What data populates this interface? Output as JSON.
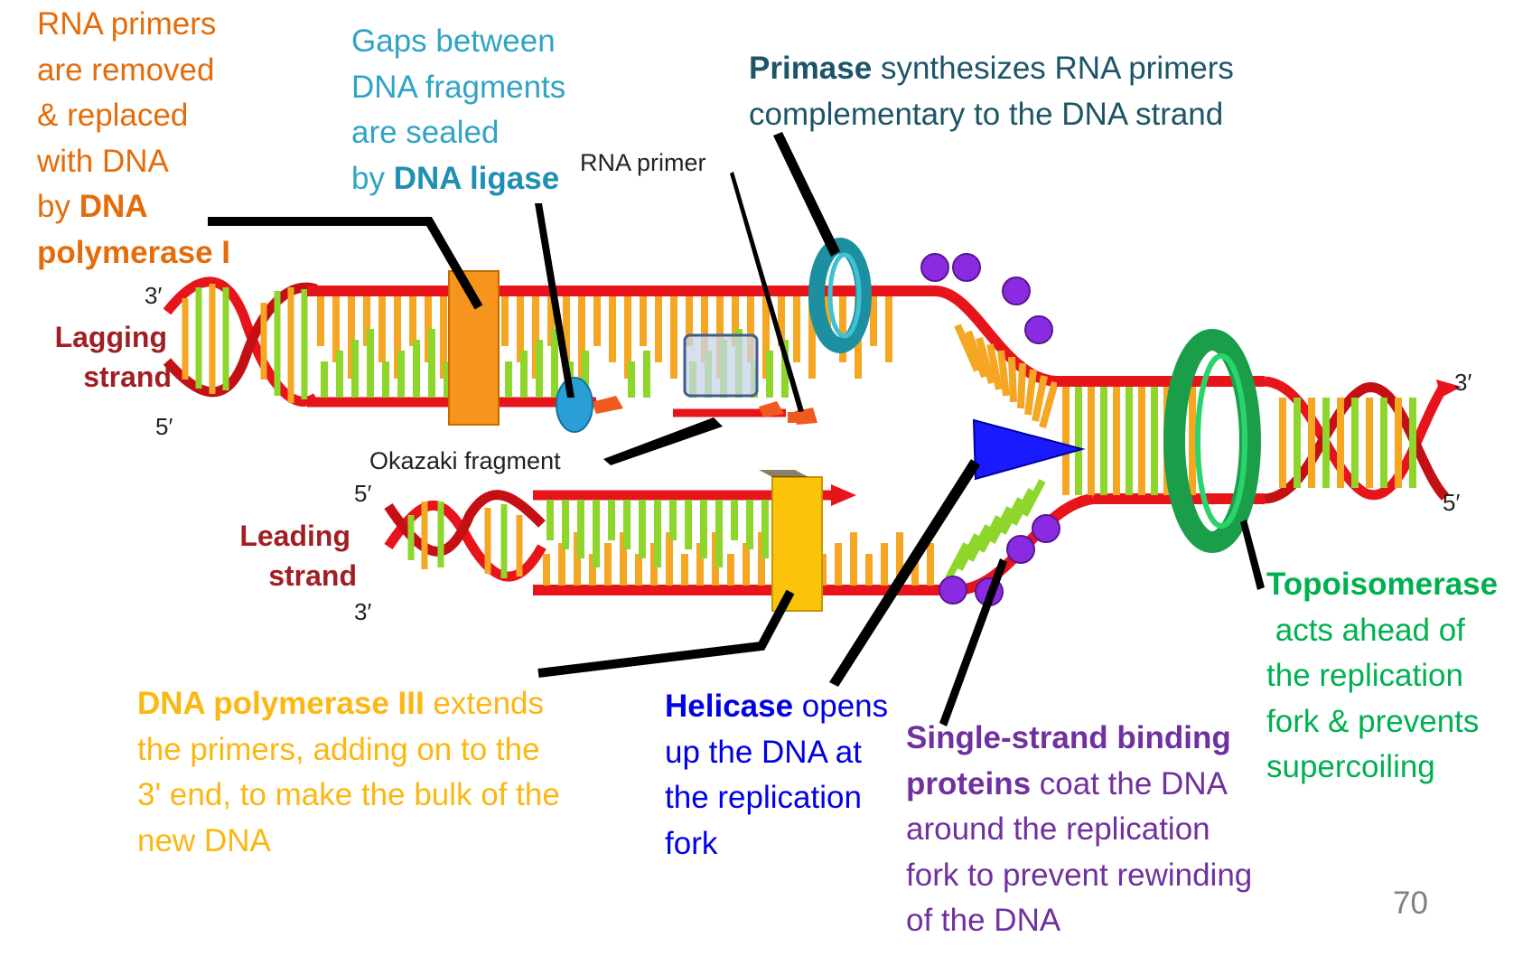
{
  "captions": {
    "polymerase1": {
      "line1": "RNA primers",
      "line2": "are removed",
      "line3": "& replaced",
      "line4": "with DNA",
      "line5_prefix": "by ",
      "line5_bold": "DNA",
      "line6_bold": "polymerase I"
    },
    "ligase": {
      "line1": "Gaps between",
      "line2": "DNA fragments",
      "line3": "are sealed",
      "line4_prefix": "by ",
      "line4_bold": "DNA ligase"
    },
    "primase": {
      "bold": "Primase",
      "rest1": " synthesizes RNA primers",
      "line2": "complementary to the DNA strand"
    },
    "polymerase3": {
      "bold": "DNA polymerase III",
      "rest1": " extends",
      "line2": "the primers, adding on to the",
      "line3": "3' end, to make the bulk of the",
      "line4": "new DNA"
    },
    "helicase": {
      "bold": "Helicase",
      "rest1": " opens",
      "line2": "up the DNA at",
      "line3": "the replication",
      "line4": "fork"
    },
    "ssb": {
      "line1_bold": "Single-strand binding",
      "line2_bold": "proteins",
      "line2_rest": " coat the DNA",
      "line3": "around the replication",
      "line4": "fork to prevent rewinding",
      "line5": "of the DNA"
    },
    "topo": {
      "line1_bold": "Topoisomerase",
      "line2": " acts ahead of",
      "line3": "the replication",
      "line4": "fork & prevents",
      "line5": "supercoiling"
    }
  },
  "diagram_labels": {
    "rna_primer": "RNA primer",
    "okazaki": "Okazaki fragment",
    "lagging1": "Lagging",
    "lagging2": "strand",
    "leading1": "Leading",
    "leading2": "strand",
    "lag_3prime": "3′",
    "lag_5prime": "5′",
    "lead_5prime": "5′",
    "lead_3prime": "3′",
    "right_3prime": "3′",
    "right_5prime": "5′"
  },
  "page_number": "70",
  "colors": {
    "backbone": "#e8141b",
    "base_orange": "#f5a623",
    "base_green": "#8ed62b",
    "pol1": "#f7941d",
    "pol3": "#fcc30b",
    "primase": "#2aa6b8",
    "ligase": "#2a9fd6",
    "helicase": "#1a1aff",
    "ssb": "#8a2be2",
    "topo": "#1a9e4a",
    "primer": "#f05a1e"
  }
}
